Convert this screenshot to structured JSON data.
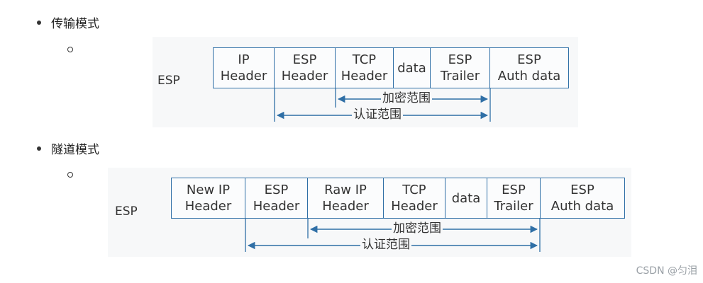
{
  "items": [
    {
      "title": "传输模式",
      "diagram": {
        "side_label": "ESP",
        "cells": [
          "IP\nHeader",
          "ESP\nHeader",
          "TCP\nHeader",
          "data",
          "ESP\nTrailer",
          "ESP\nAuth data"
        ],
        "encrypt_label": "加密范围",
        "auth_label": "认证范围"
      }
    },
    {
      "title": "隧道模式",
      "diagram": {
        "side_label": "ESP",
        "cells": [
          "New IP\nHeader",
          "ESP\nHeader",
          "Raw IP\nHeader",
          "TCP\nHeader",
          "data",
          "ESP\nTrailer",
          "ESP\nAuth data"
        ],
        "encrypt_label": "加密范围",
        "auth_label": "认证范围"
      }
    }
  ],
  "watermark": "CSDN @匀泪"
}
